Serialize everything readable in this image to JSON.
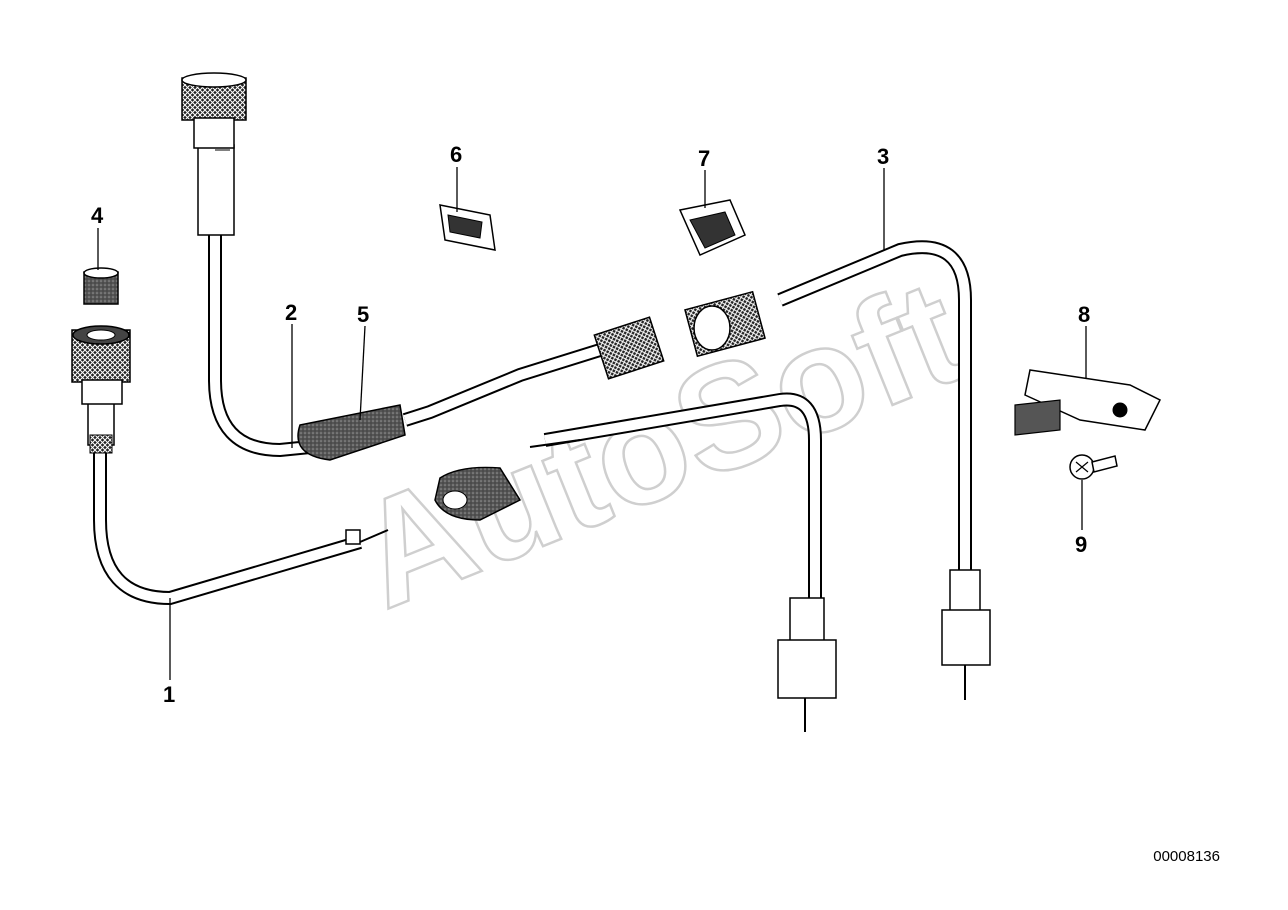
{
  "diagram": {
    "callouts": [
      "1",
      "2",
      "3",
      "4",
      "5",
      "6",
      "7",
      "8",
      "9"
    ],
    "watermark": "AutoSoft",
    "document_number": "00008136"
  }
}
